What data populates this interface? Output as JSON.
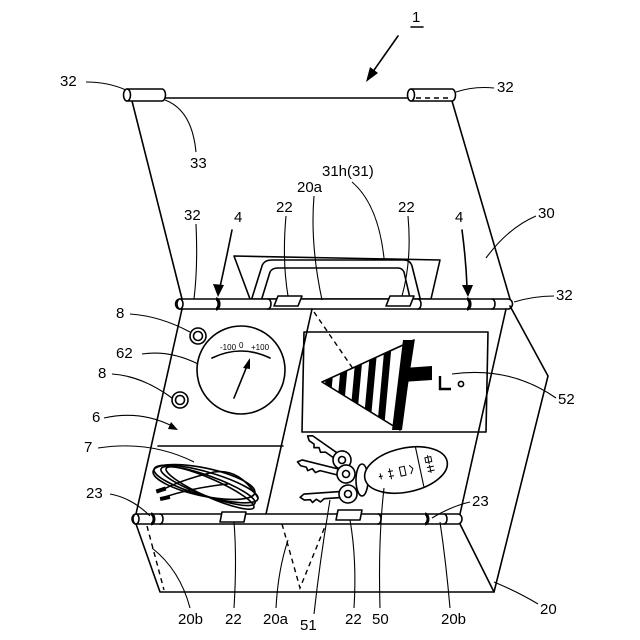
{
  "figure_number": "1",
  "labels": {
    "lid_rod_left": "32",
    "lid_rod_right": "32",
    "rod_end": "33",
    "handle": "31h(31)",
    "front_wall_top": "20a",
    "tab_top_left": "22",
    "tab_top_right": "22",
    "hinge_rod_left": "32",
    "hinge_left": "4",
    "hinge_right": "4",
    "lid": "30",
    "hinge_rod_right": "32",
    "knob_upper": "8",
    "meter": "62",
    "knob_lower": "8",
    "sticker": "52",
    "compartment": "6",
    "cable": "7",
    "stopper_left": "23",
    "stopper_right": "23",
    "side_wall_left": "20b",
    "tab_bottom_left": "22",
    "front_wall_bottom": "20a",
    "keys": "51",
    "tab_bottom_right": "22",
    "key_tag": "50",
    "side_wall_right": "20b",
    "box": "20"
  },
  "meter_scale": {
    "min": "-100",
    "mid": "0",
    "max": "+100"
  }
}
